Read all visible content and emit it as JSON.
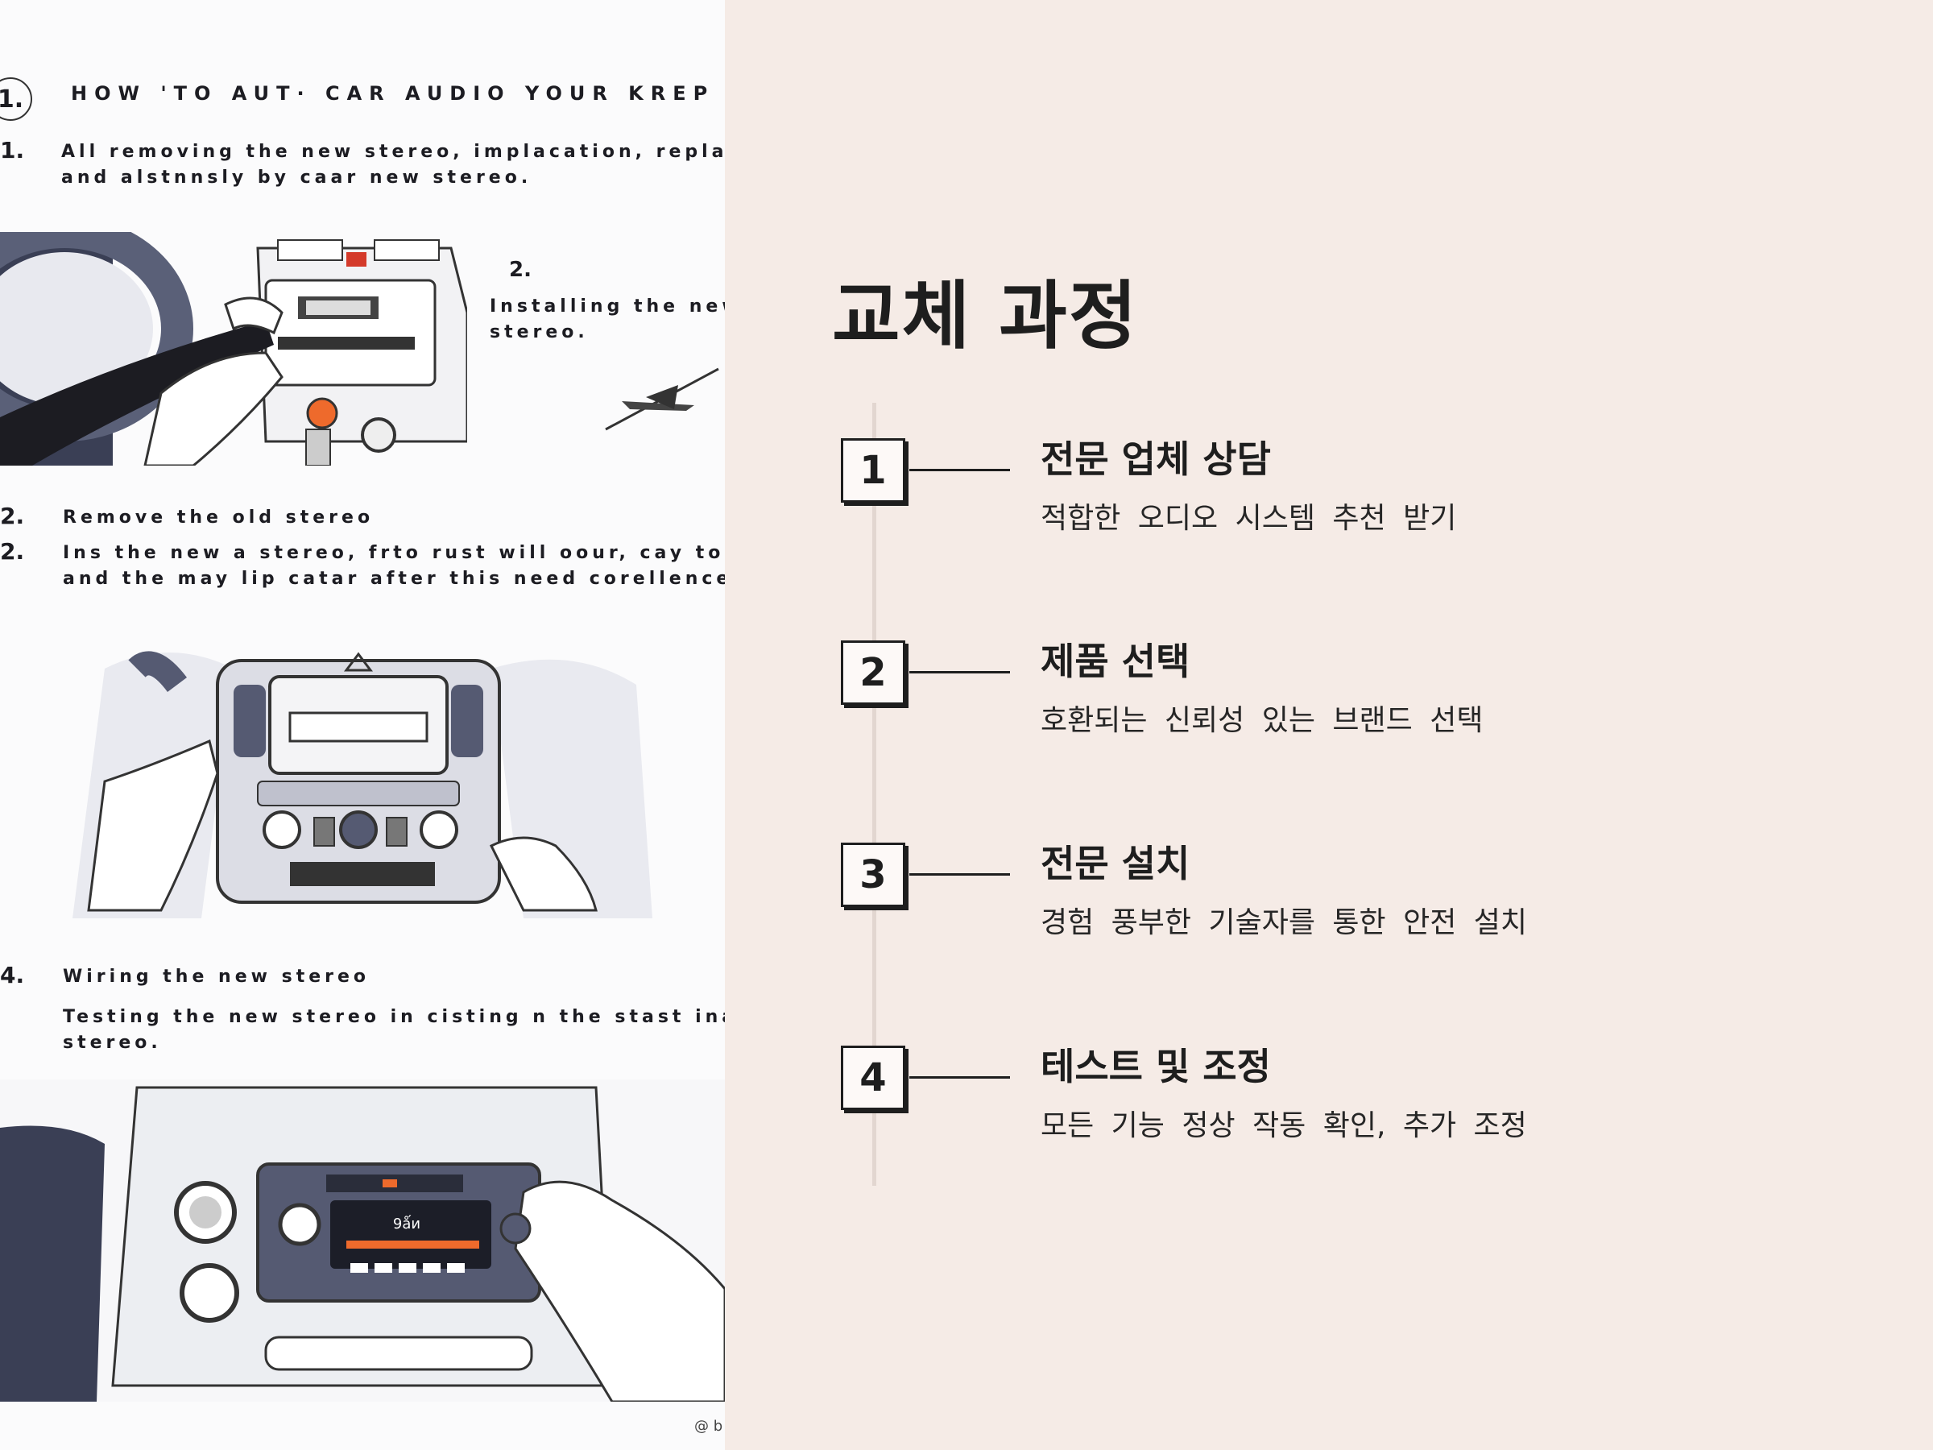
{
  "left_illustration": {
    "header_num": "1.",
    "header": "HOW 'TO AUT· CAR AUDIO YOUR KREP",
    "items": [
      {
        "num": "1.",
        "lines": [
          "All removing the new stereo, implacation, replaced",
          "and alstnnsly by caar new stereo."
        ]
      },
      {
        "num": "2.",
        "lines": [
          "Installing the new-",
          "stereo."
        ]
      },
      {
        "num": "2.",
        "lines": [
          "Remove the old stereo"
        ]
      },
      {
        "num": "2.",
        "lines": [
          "Ins the new a stereo, frto rust will oour, cay to be to",
          "and the may lip catar after this need corellence."
        ]
      },
      {
        "num": "4.",
        "lines": [
          "Wiring the new stereo"
        ]
      },
      {
        "num": "",
        "lines": [
          "Testing the new stereo in cisting n the stast inat ne",
          "stereo."
        ]
      }
    ],
    "radio_display": "9ǻи",
    "credit": "@ b"
  },
  "main": {
    "title": "교체 과정",
    "steps": [
      {
        "number": "1",
        "title": "전문 업체 상담",
        "description": "적합한 오디오 시스템 추천 받기"
      },
      {
        "number": "2",
        "title": "제품 선택",
        "description": "호환되는 신뢰성 있는 브랜드 선택"
      },
      {
        "number": "3",
        "title": "전문 설치",
        "description": "경험 풍부한 기술자를 통한 안전 설치"
      },
      {
        "number": "4",
        "title": "테스트 및 조정",
        "description": "모든 기능 정상 작동 확인, 추가 조정"
      }
    ]
  },
  "colors": {
    "background": "#f5ebe6",
    "text": "#1e1e1e",
    "timeline": "#e2d6d0",
    "accent_orange": "#ee6a2c"
  }
}
